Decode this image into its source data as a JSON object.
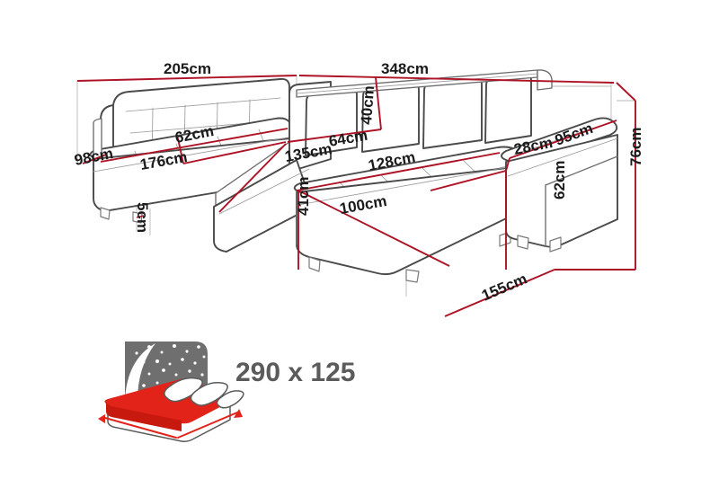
{
  "diagram": {
    "title": "Corner sofa bed dimensions diagram",
    "background_color": "#ffffff",
    "dimension_line_color": "#ae1225",
    "furniture_line_color": "#4a4a4a",
    "unit": "cm"
  },
  "dimensions": {
    "top_left_width": "205cm",
    "top_right_width": "348cm",
    "left_seat_depth": "98cm",
    "left_seat_width": "176cm",
    "left_backrest_height": "62cm",
    "left_foot_height": "5cm",
    "corner_width": "135cm",
    "corner_seat_width": "64cm",
    "backrest_cushion_height": "40cm",
    "chaise_seat_width": "128cm",
    "chaise_seat_depth": "100cm",
    "chaise_seat_height": "41cm",
    "armrest_width": "28cm",
    "armrest_depth": "95cm",
    "armrest_height": "62cm",
    "total_height": "76cm",
    "total_depth": "155cm"
  },
  "sleeping_area": {
    "size_label": "290 x 125",
    "icon_name": "sofa-bed-night-icon",
    "panel_color": "#6f6f6f",
    "mattress_color": "#e2231a",
    "text_color": "#5b5b5b"
  }
}
